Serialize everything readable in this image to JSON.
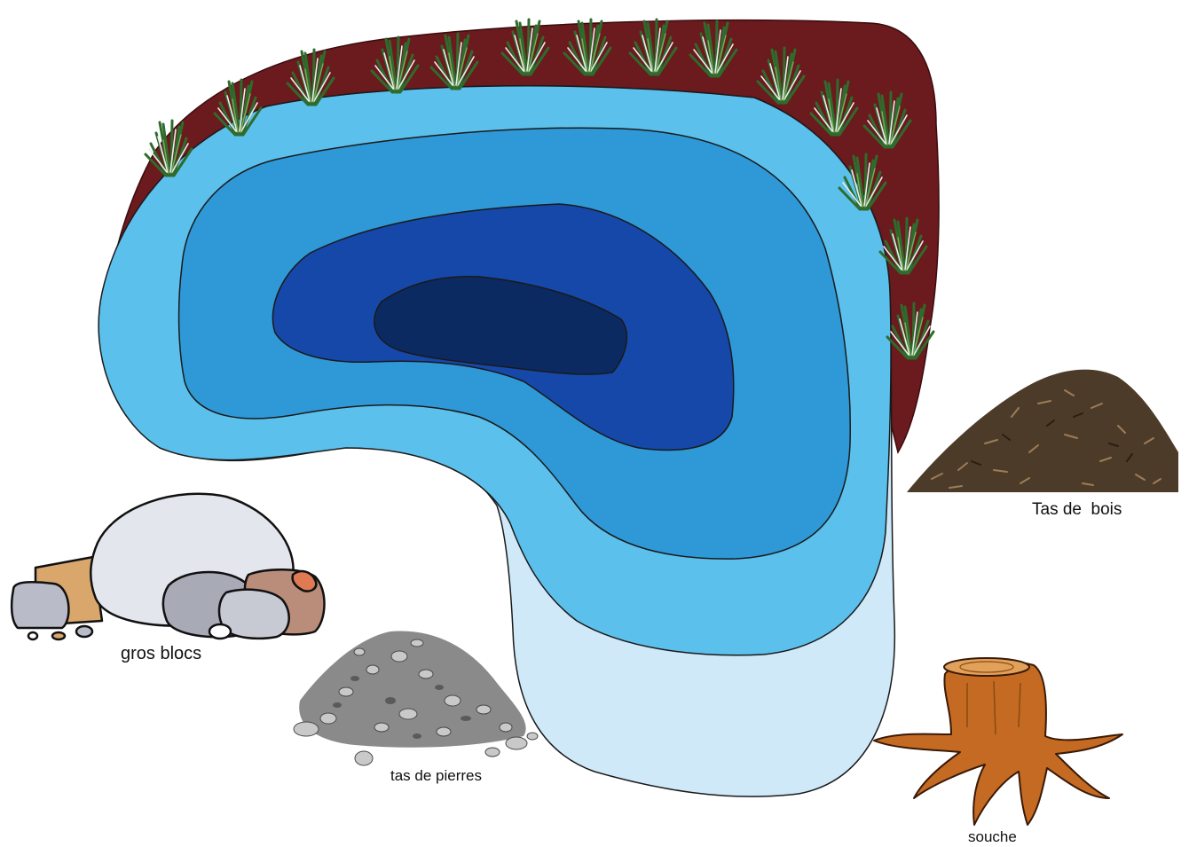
{
  "labels": {
    "gros_blocs": "gros blocs",
    "tas_de_pierres": "tas de pierres",
    "tas_de_bois": "Tas de  bois",
    "souche": "souche"
  },
  "colors": {
    "bank": "#6b1a1e",
    "shallow": "#cfe9f8",
    "light": "#5cc0ec",
    "medium": "#2f98d6",
    "deep": "#1548a8",
    "deepest": "#0c2a62",
    "grass": "#2f6b2c",
    "wood": "#c46a22"
  },
  "icons": {
    "reeds": "reed-clump-icon",
    "boulders": "boulder-pile-icon",
    "stones": "stone-pile-icon",
    "woodpile": "wood-pile-icon",
    "stump": "tree-stump-icon"
  }
}
